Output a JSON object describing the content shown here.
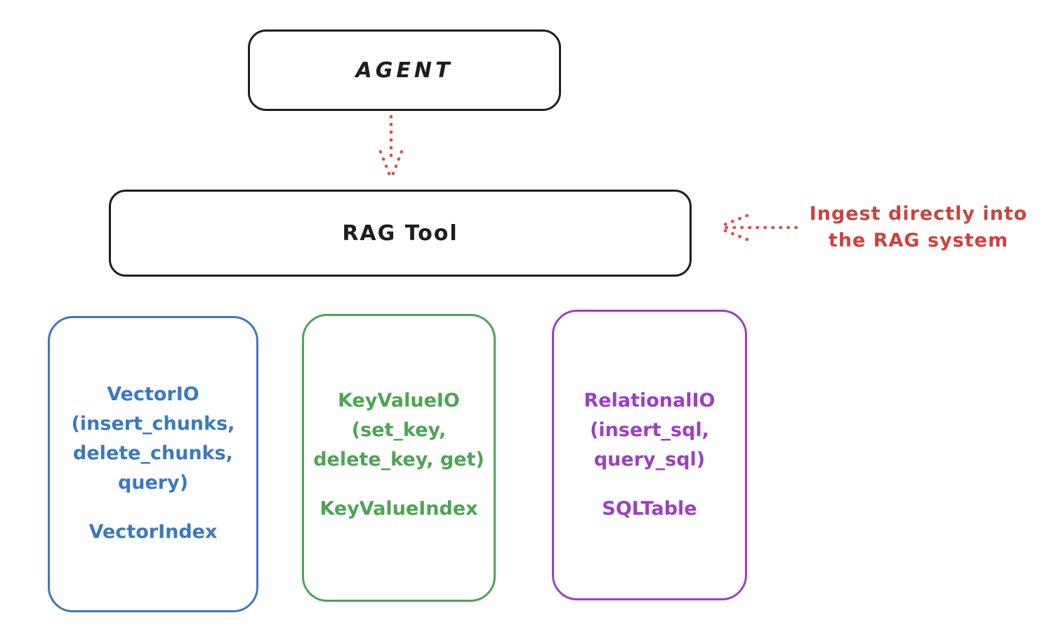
{
  "diagram": {
    "agent_box": {
      "label": "AGENT"
    },
    "rag_tool_box": {
      "label": "RAG Tool"
    },
    "annotation": {
      "line1": "Ingest directly into",
      "line2": "the RAG system"
    },
    "arrows": [
      {
        "name": "agent-to-ragtool-arrow",
        "style": "dotted",
        "direction": "down",
        "color": "#d9504a"
      },
      {
        "name": "ingest-arrow",
        "style": "dotted",
        "direction": "left",
        "color": "#d9504a"
      }
    ],
    "storage_boxes": [
      {
        "id": "vector",
        "color": "#3b78c4",
        "lines": [
          "VectorIO",
          "(insert_chunks,",
          "delete_chunks,",
          "query)"
        ],
        "index_label": "VectorIndex"
      },
      {
        "id": "keyvalue",
        "color": "#4ca551",
        "lines": [
          "KeyValueIO",
          "(set_key,",
          "delete_key, get)"
        ],
        "index_label": "KeyValueIndex"
      },
      {
        "id": "relational",
        "color": "#9b3fc5",
        "lines": [
          "RelationalIO",
          "(insert_sql,",
          "query_sql)"
        ],
        "index_label": "SQLTable"
      }
    ],
    "colors": {
      "stroke_black": "#1e1e1e",
      "red": "#cf423c",
      "blue": "#3b78c4",
      "green": "#4ca551",
      "purple": "#9b3fc5",
      "background": "#ffffff"
    }
  }
}
